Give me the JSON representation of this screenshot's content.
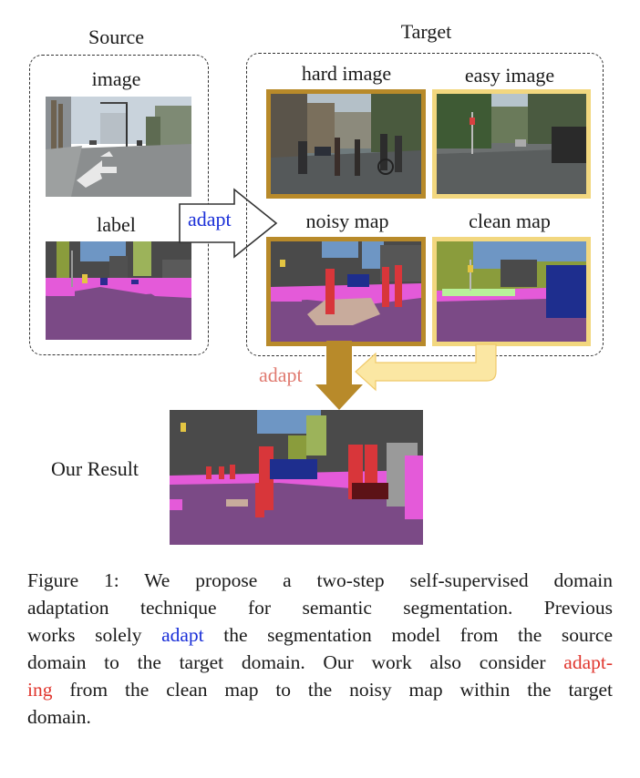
{
  "labels": {
    "source": "Source",
    "target": "Target",
    "image": "image",
    "label": "label",
    "hard_image": "hard image",
    "easy_image": "easy image",
    "noisy_map": "noisy map",
    "clean_map": "clean map",
    "adapt_inter": "adapt",
    "adapt_intra": "adapt",
    "our_result": "Our Result"
  },
  "colors": {
    "inter_adapt": "#1a2fd8",
    "intra_adapt": "#e07a70",
    "hard_frame": "#b88a2a",
    "easy_frame": "#f2d77f"
  },
  "caption": {
    "line1": "Figure 1:  We propose a two-step self-supervised domain",
    "line2": "adaptation technique for semantic segmentation.  Previous",
    "line3_a": "works solely ",
    "line3_adapt": "adapt",
    "line3_b": " the segmentation model from the source",
    "line4_a": "domain to the target domain. Our work also consider ",
    "line4_adapt": "adapt-",
    "line5_ing": "ing",
    "line5_b": " from the clean map to the noisy map within the target",
    "line6": "domain."
  }
}
